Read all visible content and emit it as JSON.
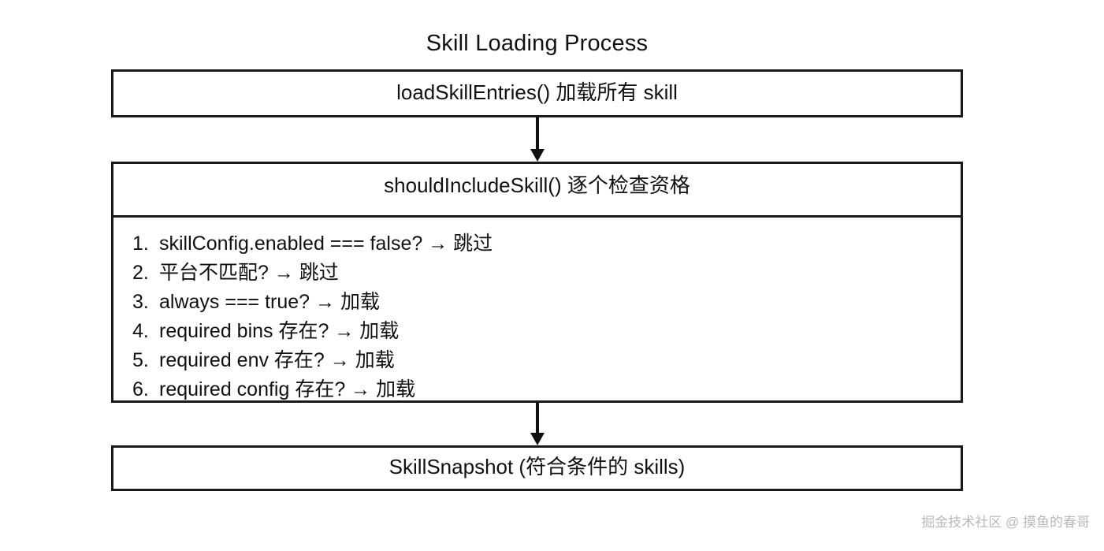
{
  "diagram": {
    "title": "Skill Loading Process",
    "type": "flowchart",
    "background_color": "#ffffff",
    "stroke_color": "#1a1a1a",
    "text_color": "#111111",
    "nodes": [
      {
        "id": "load-skill-entries",
        "label": "loadSkillEntries() 加载所有 skill"
      },
      {
        "id": "should-include-skill",
        "label": "shouldIncludeSkill() 逐个检查资格",
        "rules": [
          {
            "index": "1.",
            "text": "skillConfig.enabled === false? → 跳过"
          },
          {
            "index": "2.",
            "text": "平台不匹配? → 跳过"
          },
          {
            "index": "3.",
            "text": "always === true? → 加载"
          },
          {
            "index": "4.",
            "text": "required bins 存在? → 加载"
          },
          {
            "index": "5.",
            "text": "required env 存在? → 加载"
          },
          {
            "index": "6.",
            "text": "required config 存在? → 加载"
          }
        ]
      },
      {
        "id": "skill-snapshot",
        "label": "SkillSnapshot (符合条件的 skills)"
      }
    ],
    "edges": [
      {
        "id": "load-to-check",
        "from": "load-skill-entries",
        "to": "should-include-skill",
        "style": "solid-down-arrow"
      },
      {
        "id": "check-to-snapshot",
        "from": "should-include-skill",
        "to": "skill-snapshot",
        "style": "solid-down-arrow"
      }
    ]
  },
  "watermark": {
    "text": "掘金技术社区 @ 摸鱼的春哥",
    "color": "#b9b9b9"
  }
}
